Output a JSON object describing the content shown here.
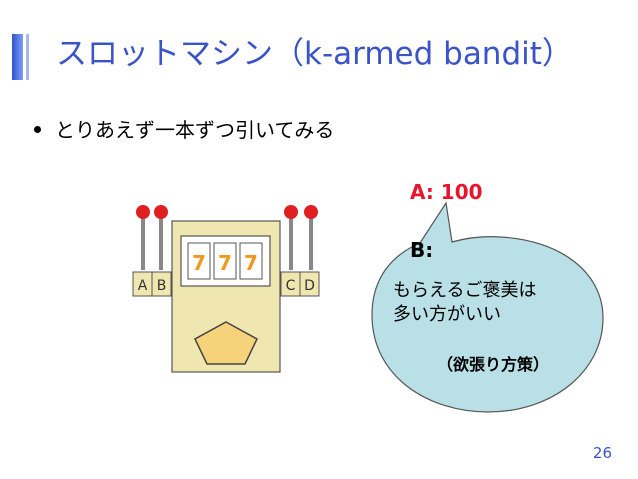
{
  "slide": {
    "title": "スロットマシン（k-armed bandit）",
    "bullet": "とりあえず一本ずつ引いてみる",
    "page_number": "26"
  },
  "machine": {
    "arm_labels": [
      "A",
      "B",
      "C",
      "D"
    ],
    "reel_symbols": [
      "7",
      "7",
      "7"
    ]
  },
  "results": {
    "a_line": "A: 100",
    "b_line": "B:"
  },
  "callout": {
    "line1": "もらえるご褒美は",
    "line2": "多い方がいい",
    "note": "（欲張り方策）"
  },
  "colors": {
    "title": "#3b53c8",
    "arm_a_value": "#e8142c",
    "callout_fill": "#b8e0e6",
    "machine_body": "#f0e6b0",
    "seven": "#f09820"
  }
}
